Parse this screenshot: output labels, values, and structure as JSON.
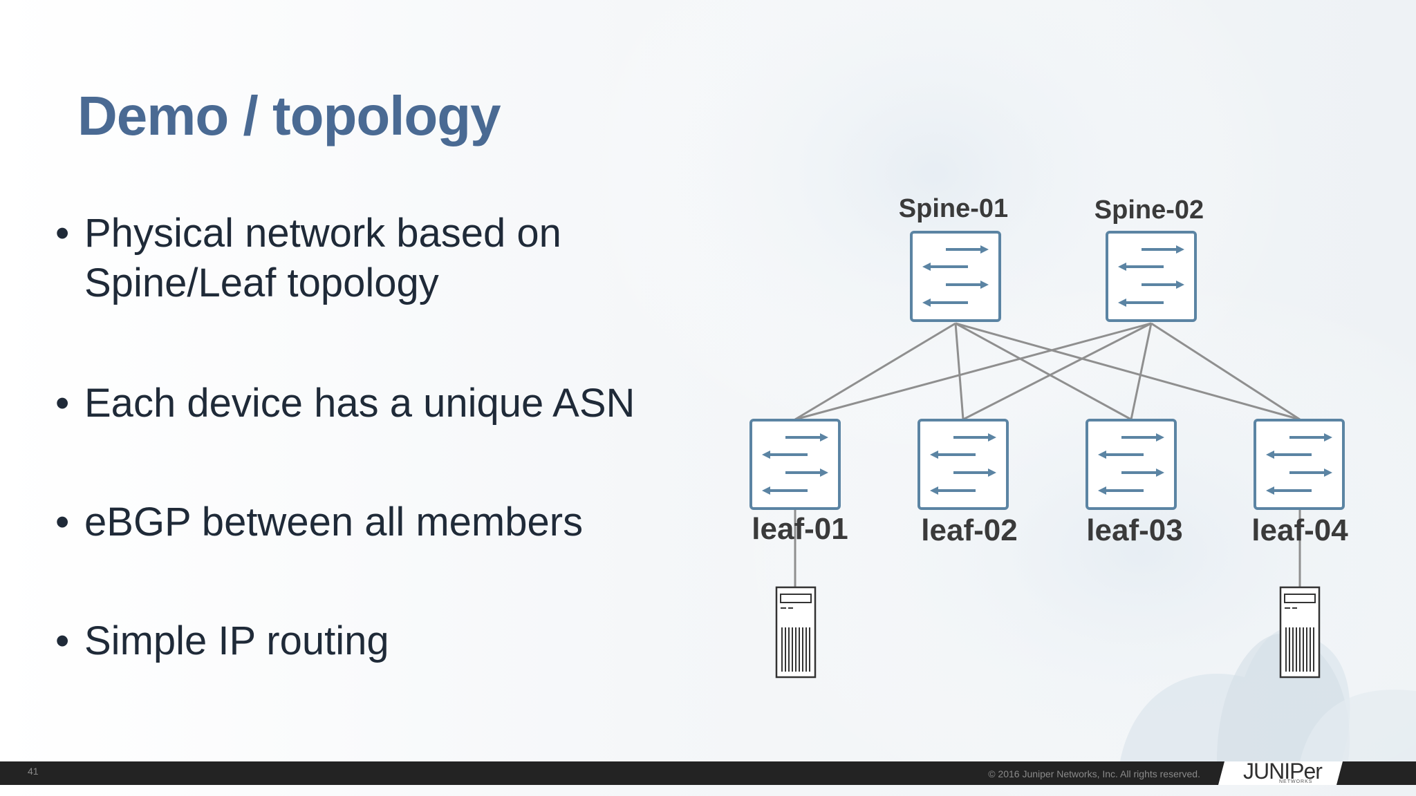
{
  "slide": {
    "title": "Demo / topology",
    "bullet_symbol": "•",
    "bullets": [
      {
        "line1": "Physical network based on",
        "line2": "Spine/Leaf topology"
      },
      {
        "line1": "Each device has a unique ASN"
      },
      {
        "line1": "eBGP between all members"
      },
      {
        "line1": "Simple IP routing"
      }
    ]
  },
  "diagram": {
    "spines": [
      "Spine-01",
      "Spine-02"
    ],
    "leaves": [
      "leaf-01",
      "leaf-02",
      "leaf-03",
      "leaf-04"
    ],
    "servers_on": [
      "leaf-01",
      "leaf-04"
    ],
    "switch_icon": "switch-arrows-icon",
    "server_icon": "server-tower-icon"
  },
  "footer": {
    "page_number": "41",
    "copyright": "© 2016 Juniper Networks, Inc. All rights reserved.",
    "logo_text": "JUNIPer",
    "logo_subtext": "NETWORKS"
  },
  "colors": {
    "title": "#4a6a93",
    "body_text": "#1f2a38",
    "switch_stroke": "#5b84a3",
    "link_line": "#8f8f8f",
    "footer_bar": "#232323"
  }
}
